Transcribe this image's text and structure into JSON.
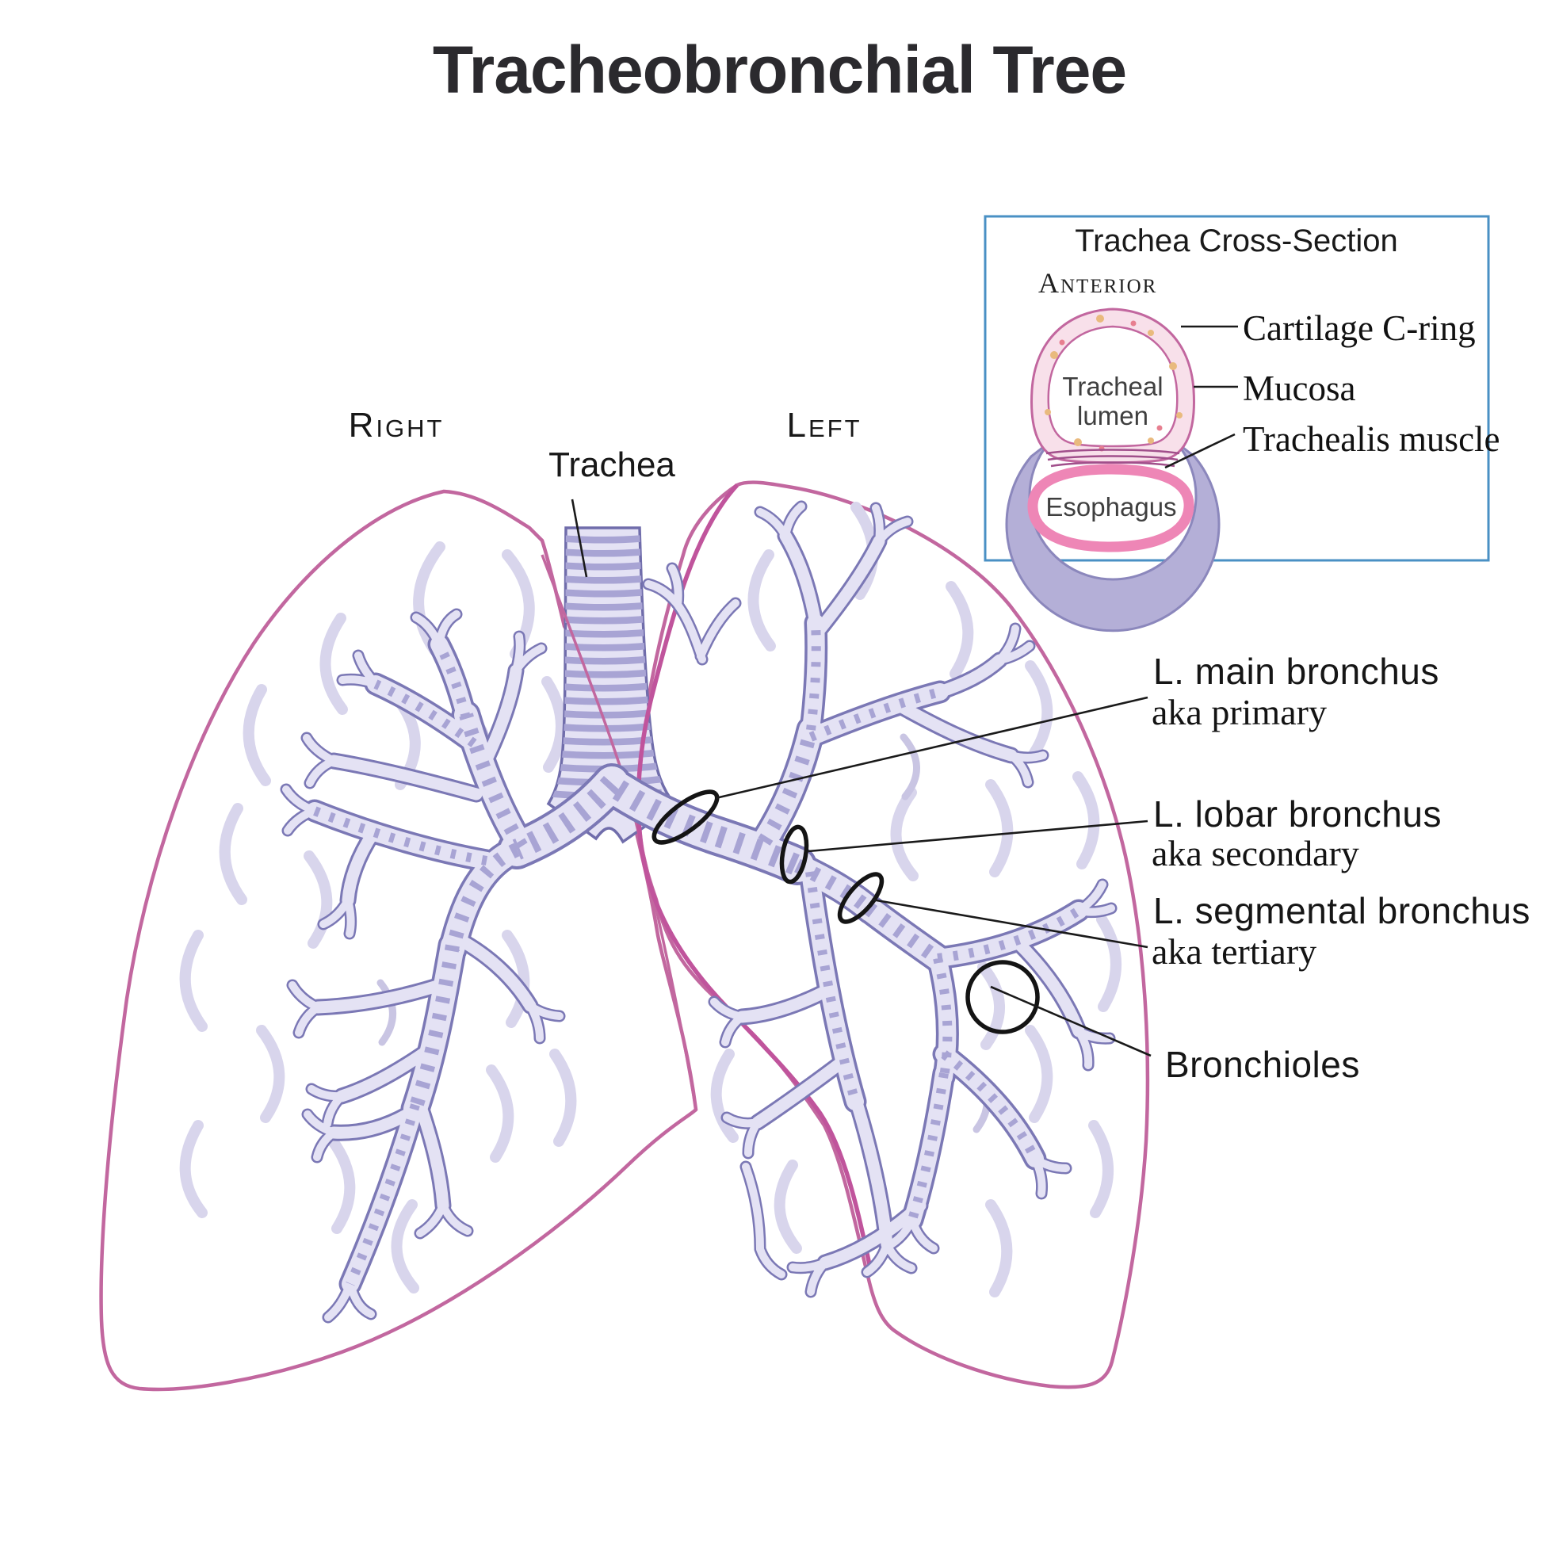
{
  "title": "Tracheobronchial Tree",
  "main_labels": {
    "right": "Right",
    "left": "Left",
    "trachea": "Trachea"
  },
  "annotations": {
    "main_bronchus": {
      "label": "L. main bronchus",
      "alias": "aka primary"
    },
    "lobar_bronchus": {
      "label": "L. lobar bronchus",
      "alias": "aka secondary"
    },
    "segmental_bronchus": {
      "label": "L. segmental bronchus",
      "alias": "aka tertiary"
    },
    "bronchioles": {
      "label": "Bronchioles"
    }
  },
  "inset": {
    "title": "Trachea Cross-Section",
    "orientation": "Anterior",
    "lumen_label": "Tracheal lumen",
    "esophagus_label": "Esophagus",
    "callouts": {
      "cartilage": "Cartilage C-ring",
      "mucosa": "Mucosa",
      "trachealis": "Trachealis muscle"
    }
  },
  "colors": {
    "lung_outline": "#c2679f",
    "inner_edge": "#c0549c",
    "bronchi_outline": "#7b78b5",
    "bronchi_fill": "#e4e2f4",
    "cartilage_band": "#a8a4d4",
    "crescent": "#d8d5ec",
    "annotation": "#1a1a1a",
    "inset_border": "#4a90c4",
    "cring_fill": "#b4afd7",
    "mucosa_fill": "#f8e0ea",
    "mucosa_line": "#c2679f",
    "esophagus": "#ee86b6",
    "trachealis_line": "#a14f8b"
  }
}
